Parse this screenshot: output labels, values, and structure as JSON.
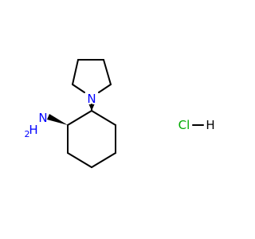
{
  "molecule": {
    "atoms": {
      "nitrogen_ring": {
        "symbol": "N",
        "color": "#0000ff"
      },
      "amine": {
        "symbol": "N",
        "hydrogen": "H",
        "hydrogen_count": "2",
        "color": "#0000ff"
      },
      "salt_cl": {
        "symbol": "Cl",
        "color": "#00aa00"
      },
      "salt_h": {
        "symbol": "H",
        "color": "#000000"
      }
    },
    "bond_color": "#000000",
    "stereo_bonds": [
      "wedge",
      "wedge"
    ]
  }
}
